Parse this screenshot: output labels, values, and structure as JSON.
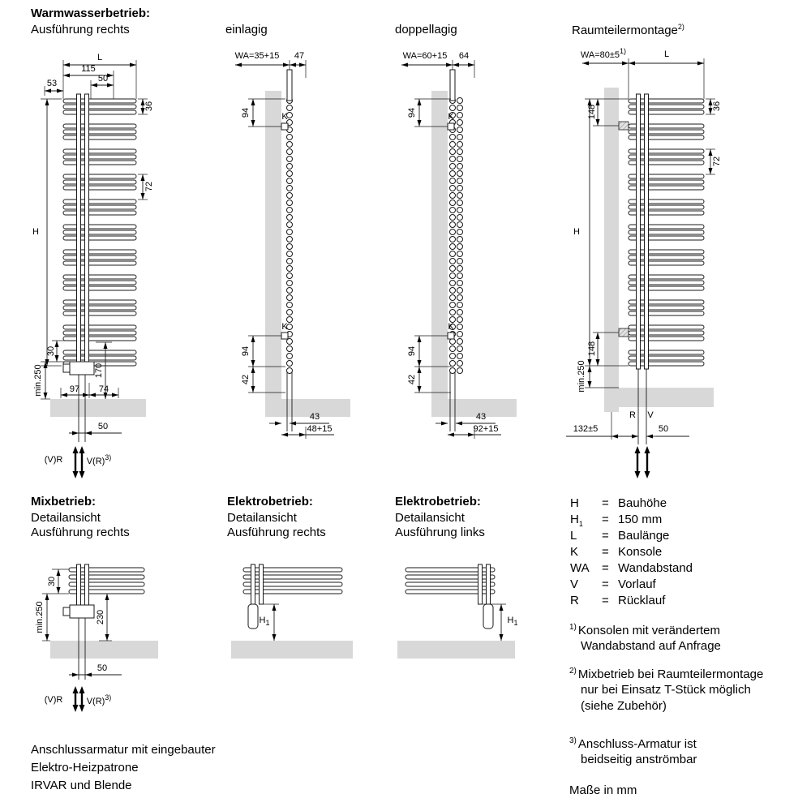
{
  "headers": {
    "col1_title": "Warmwasserbetrieb:",
    "col1_sub": "Ausführung rechts",
    "col2": "einlagig",
    "col3": "doppellagig",
    "col4": "Raumteilermontage",
    "col4_sup": "2)"
  },
  "front_right": {
    "L": "L",
    "d115": "115",
    "d50": "50",
    "d53": "53",
    "d36": "36",
    "H": "H",
    "d72": "72",
    "d30": "30",
    "min250": "min.250",
    "d170": "170",
    "d97": "97",
    "d74": "74",
    "d50_bottom": "50",
    "vr_left": "(V)R",
    "vr_right": "V(R)",
    "vr_sup": "3)"
  },
  "einlagig": {
    "wa": "WA=35+15",
    "d47": "47",
    "k_top": "K",
    "k_bottom": "K",
    "d94_top": "94",
    "d94_bottom": "94",
    "d42": "42",
    "d43": "43",
    "d48": "48+15"
  },
  "doppellagig": {
    "wa": "WA=60+15",
    "d64": "64",
    "k_top": "K",
    "k_bottom": "K",
    "d94_top": "94",
    "d94_bottom": "94",
    "d42": "42",
    "d43": "43",
    "d92": "92+15"
  },
  "raumteiler": {
    "wa": "WA=80±5",
    "wa_sup": "1)",
    "L": "L",
    "d36": "36",
    "d72": "72",
    "H": "H",
    "d148_top": "148",
    "d148_bottom": "148",
    "min250": "min.250",
    "R": "R",
    "V": "V",
    "d132": "132±5",
    "d50": "50"
  },
  "mix": {
    "title": "Mixbetrieb:",
    "sub1": "Detailansicht",
    "sub2": "Ausführung rechts",
    "d30": "30",
    "min250": "min.250",
    "d230": "230",
    "d50": "50",
    "vr_left": "(V)R",
    "vr_right": "V(R)",
    "vr_sup": "3)"
  },
  "elektro_right": {
    "title": "Elektrobetrieb:",
    "sub1": "Detailansicht",
    "sub2": "Ausführung rechts",
    "h1_base": "H",
    "h1_sub": "1"
  },
  "elektro_left": {
    "title": "Elektrobetrieb:",
    "sub1": "Detailansicht",
    "sub2": "Ausführung links",
    "h1_base": "H",
    "h1_sub": "1"
  },
  "legend": {
    "rows": [
      {
        "sym": "H",
        "eq": "=",
        "val": "Bauhöhe"
      },
      {
        "sym": "H",
        "sub": "1",
        "eq": "=",
        "val": "150 mm"
      },
      {
        "sym": "L",
        "eq": "=",
        "val": "Baulänge"
      },
      {
        "sym": "K",
        "eq": "=",
        "val": "Konsole"
      },
      {
        "sym": "WA",
        "eq": "=",
        "val": "Wandabstand"
      },
      {
        "sym": "V",
        "eq": "=",
        "val": "Vorlauf"
      },
      {
        "sym": "R",
        "eq": "=",
        "val": "Rücklauf"
      }
    ]
  },
  "footnotes": [
    {
      "sup": "1)",
      "lines": [
        "Konsolen mit verändertem",
        "Wandabstand auf Anfrage"
      ]
    },
    {
      "sup": "2)",
      "lines": [
        "Mixbetrieb bei Raumteilermontage",
        "nur bei Einsatz T-Stück möglich",
        "(siehe Zubehör)"
      ]
    },
    {
      "sup": "3)",
      "lines": [
        "Anschluss-Armatur ist",
        "beidseitig anströmbar"
      ]
    }
  ],
  "units_note": "Maße in mm",
  "bottom_note": [
    "Anschlussarmatur mit eingebauter",
    "Elektro-Heizpatrone",
    "IRVAR und Blende"
  ]
}
